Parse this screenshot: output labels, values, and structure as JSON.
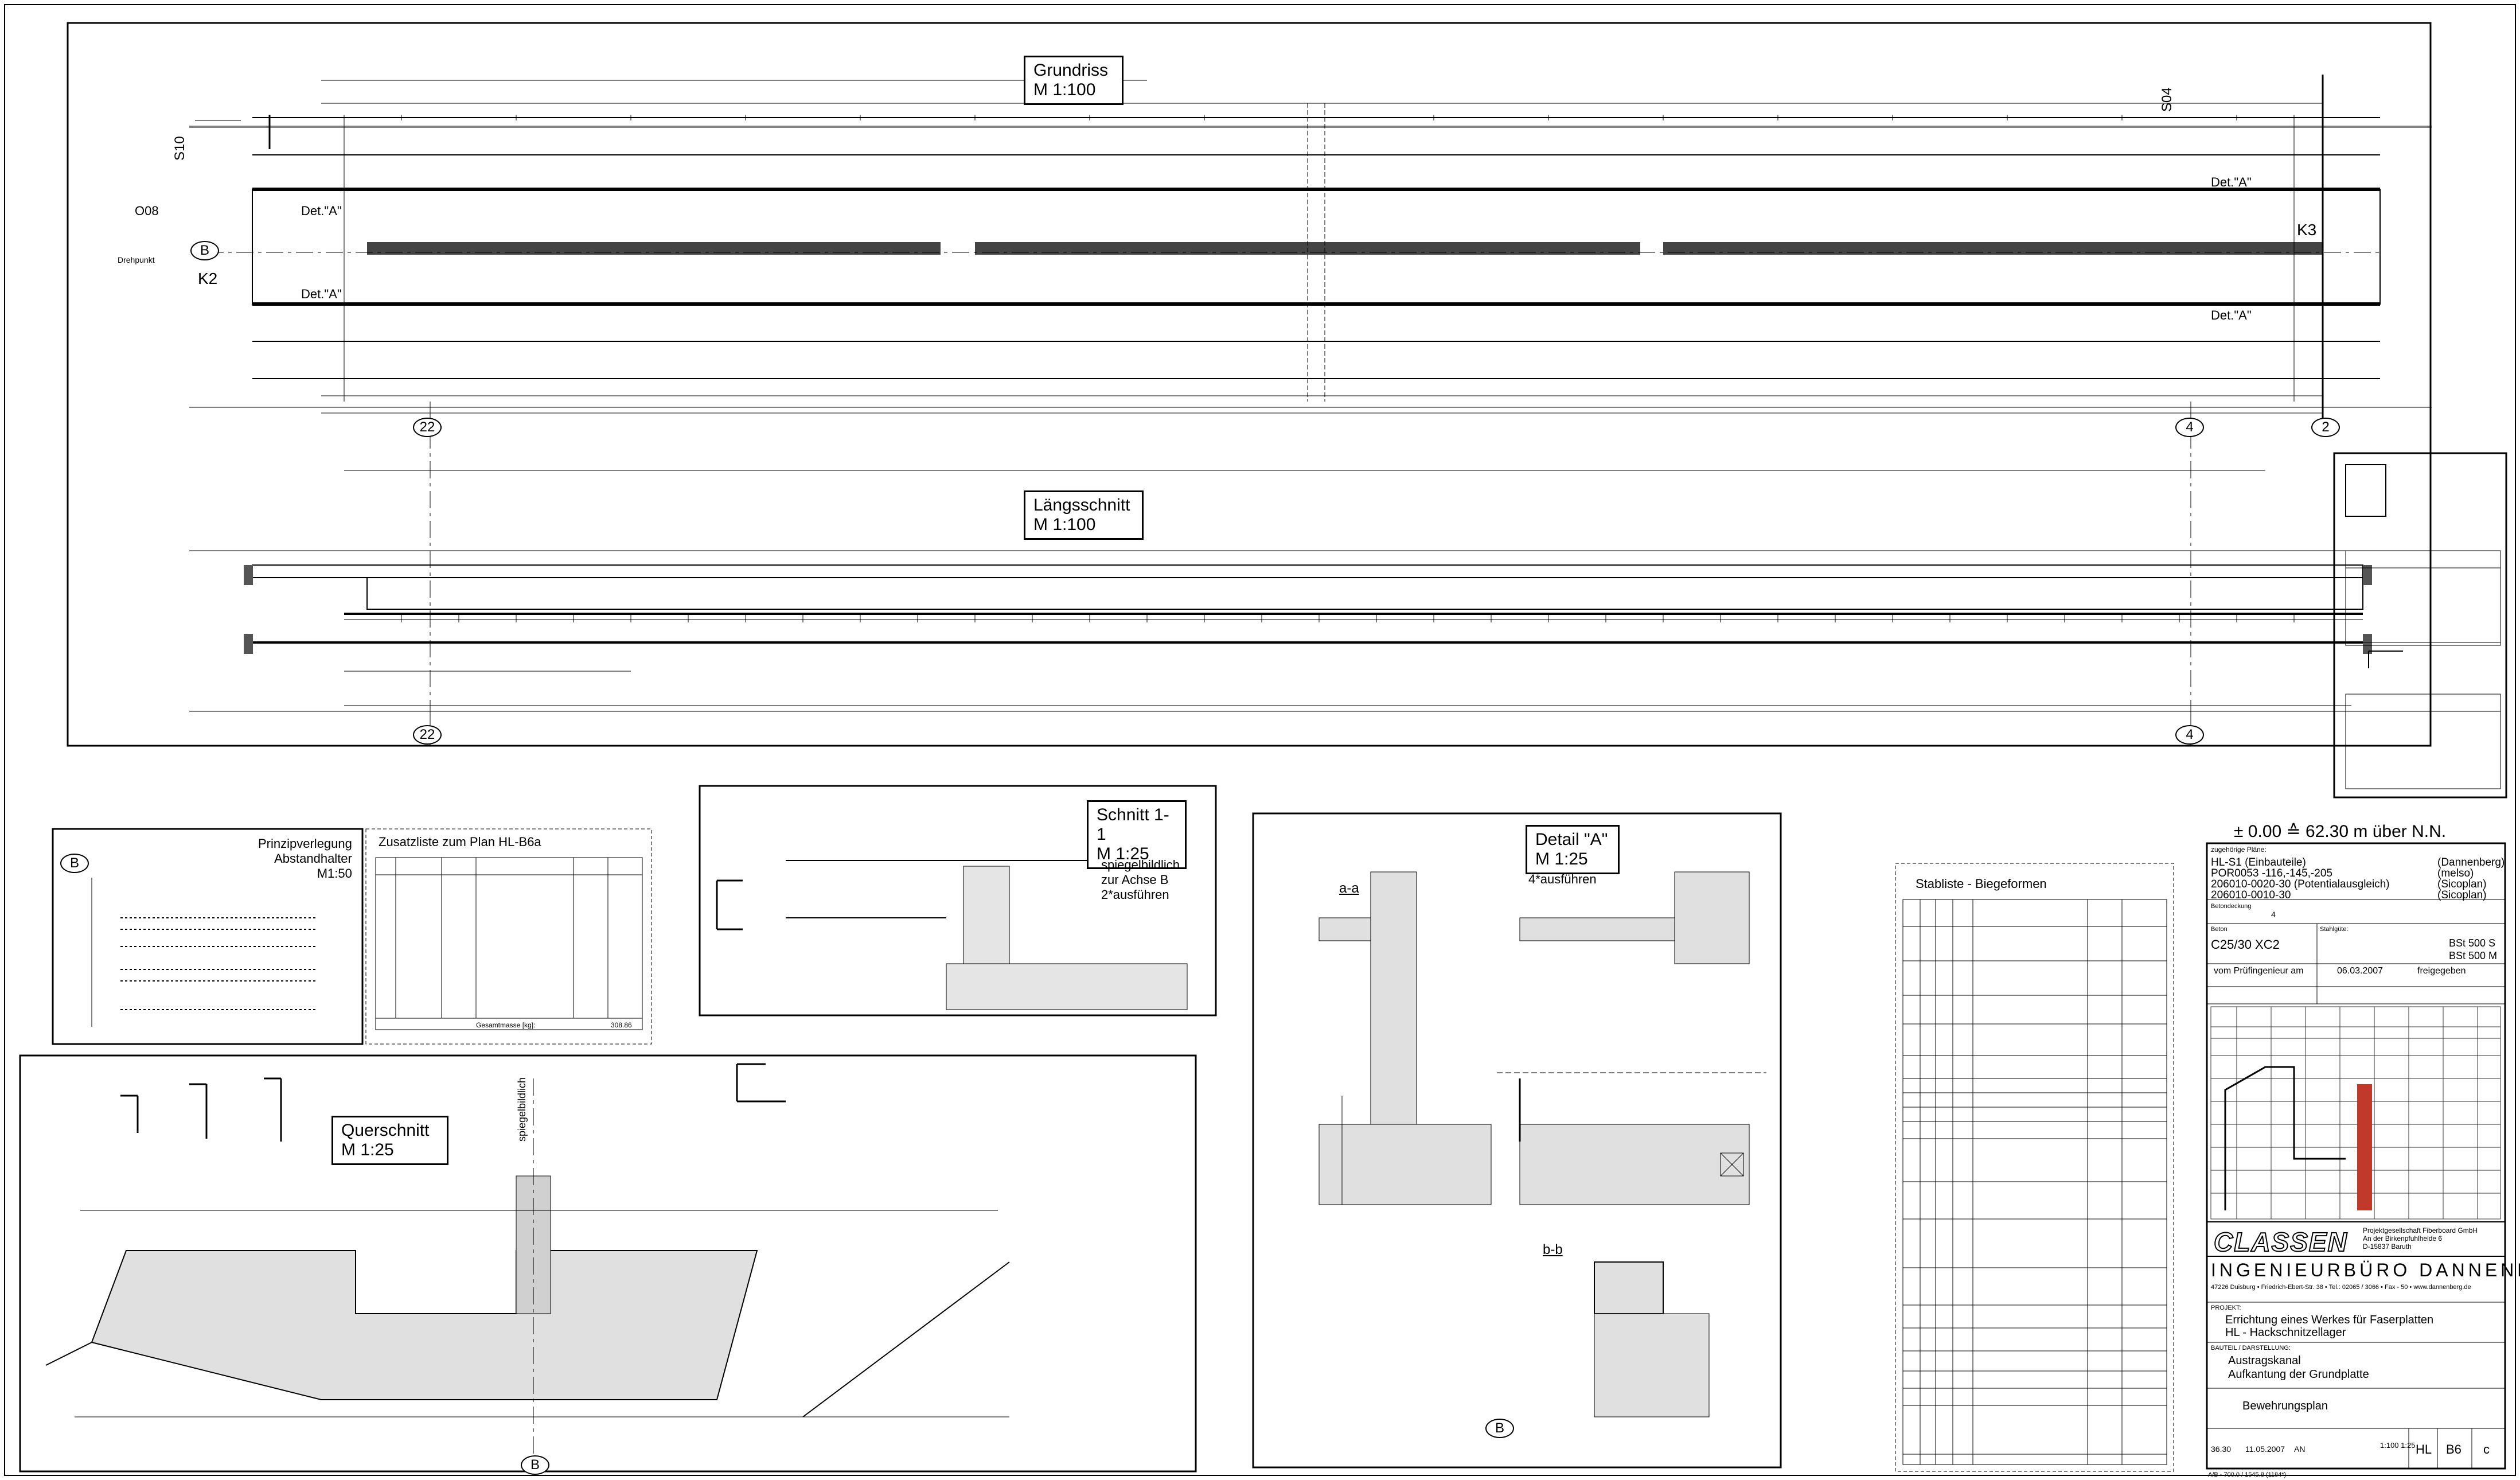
{
  "grundriss": {
    "title": "Grundriss",
    "scale": "M 1:100"
  },
  "laengsschnitt": {
    "title": "Längsschnitt",
    "scale": "M 1:100"
  },
  "schnitt11": {
    "title": "Schnitt 1-1",
    "scale": "M 1:25",
    "note1": "spiegelbildlich",
    "note2": "zur Achse B",
    "note3": "2*ausführen"
  },
  "detailA": {
    "title": "Detail \"A\"",
    "scale": "M 1:25",
    "note": "4*ausführen",
    "aa": "a-a",
    "bb": "b-b"
  },
  "querschnitt": {
    "title": "Querschnitt",
    "scale": "M 1:25",
    "mirror": "spiegelbildlich"
  },
  "prinzip": {
    "title1": "Prinzipverlegung",
    "title2": "Abstandhalter",
    "scale": "M1:50"
  },
  "zusatz": {
    "title": "Zusatzliste zum Plan HL-B6a",
    "sum_label": "Gesamtmasse [kg]:",
    "sum_value": "308.86"
  },
  "stabliste": {
    "title": "Stabliste - Biegeformen"
  },
  "axes": {
    "a22": "22",
    "a4": "4",
    "a2": "2",
    "b": "B",
    "k2": "K2",
    "k3": "K3",
    "s10": "S10",
    "s04": "S04",
    "o08": "O08",
    "drehpunkt": "Drehpunkt",
    "detA": "Det.\"A\""
  },
  "level_note": "± 0.00 ≙ 62.30 m über N.N.",
  "titleblock": {
    "gehoert": "zugehörige Pläne:",
    "plans": [
      {
        "name": "HL-S1 (Einbauteile)",
        "who": "(Dannenberg)"
      },
      {
        "name": "POR0053 -116,-145,-205",
        "who": "(melso)"
      },
      {
        "name": "206010-0020-30 (Potentialausgleich)",
        "who": "(Sicoplan)"
      },
      {
        "name": "206010-0010-30",
        "who": "(Sicoplan)"
      }
    ],
    "expo_label": "Betondeckung",
    "expo_value": "4",
    "beton_label": "Beton",
    "beton_value": "C25/30 XC2",
    "stahl_label": "Stahlgüte:",
    "stahl1": "BSt 500 S",
    "stahl2": "BSt 500 M",
    "pruef": "vom Prüfingenieur am",
    "pruef_date": "06.03.2007",
    "freigegeben": "freigegeben",
    "logo": "CLASSEN",
    "client1": "Projektgesellschaft Fiberboard GmbH",
    "client2": "An der Birkenpfuhlheide 6",
    "client3": "D-15837 Baruth",
    "office": "INGENIEURBÜRO DANNENBERG",
    "office_addr": "47226 Duisburg • Friedrich-Ebert-Str. 38 • Tel.: 02065 / 3066 • Fax - 50 • www.dannenberg.de",
    "projekt_label": "PROJEKT:",
    "projekt1": "Errichtung eines Werkes für Faserplatten",
    "projekt2": "HL - Hackschnitzellager",
    "bauteil_label": "BAUTEIL / DARSTELLUNG:",
    "bauteil1": "Austragskanal",
    "bauteil2": "Aufkantung der Grundplatte",
    "plantype": "Bewehrungsplan",
    "cols": [
      "36.30",
      "11.05.2007",
      "AN",
      "",
      "",
      "1:100 1:25",
      "HL",
      "B6",
      "c"
    ]
  },
  "footer": "A/B - 700.0 / 1545.8 (1184*)"
}
